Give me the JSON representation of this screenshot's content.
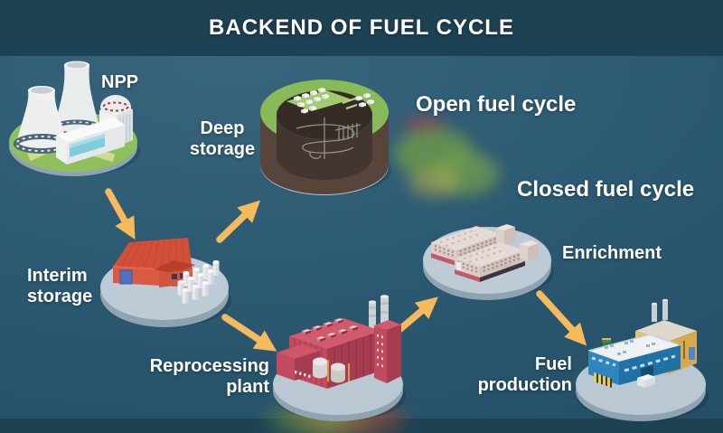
{
  "header": {
    "title": "BACKEND OF FUEL CYCLE"
  },
  "cycle_types": {
    "open": "Open fuel cycle",
    "closed": "Closed fuel cycle"
  },
  "facilities": {
    "npp": {
      "label": "NPP"
    },
    "deep_storage": {
      "line1": "Deep",
      "line2": "storage"
    },
    "interim_storage": {
      "line1": "Interim",
      "line2": "storage"
    },
    "reprocessing_plant": {
      "line1": "Reprocessing",
      "line2": "plant"
    },
    "enrichment": {
      "label": "Enrichment"
    },
    "fuel_production": {
      "line1": "Fuel",
      "line2": "production"
    }
  },
  "flows": [
    {
      "from": "NPP",
      "to": "Interim storage"
    },
    {
      "from": "Interim storage",
      "to": "Deep storage"
    },
    {
      "from": "Interim storage",
      "to": "Reprocessing plant"
    },
    {
      "from": "Reprocessing plant",
      "to": "Enrichment"
    },
    {
      "from": "Enrichment",
      "to": "Fuel production"
    }
  ],
  "colors": {
    "background": "#2c5a72",
    "banner": "#1d4254",
    "arrow": "#f4ba5c",
    "label_text": "#ffffff",
    "platform": "#bccbd5",
    "grass": "#90c05b"
  }
}
